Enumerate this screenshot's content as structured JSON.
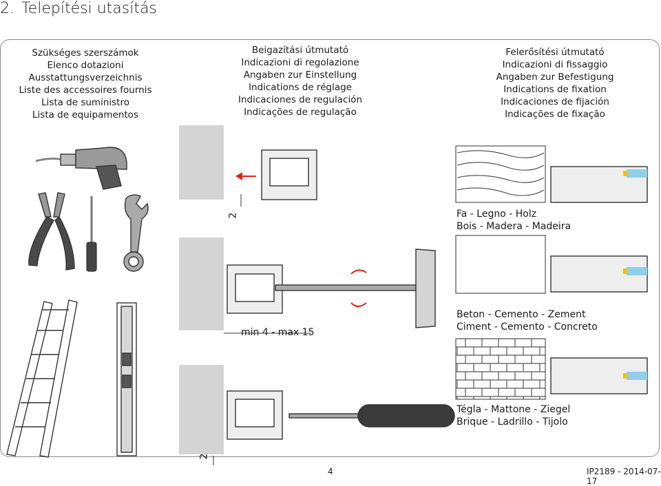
{
  "heading": {
    "number": "2.",
    "title": "Telepítési utasítás"
  },
  "columns": {
    "tools": [
      "Szükséges szerszámok",
      "Elenco dotazioni",
      "Ausstattungsverzeichnis",
      "Liste des accessoires fournis",
      "Lista de suministro",
      "Lista de equipamentos"
    ],
    "adjustment": [
      "Beigazítási útmutató",
      "Indicazioni di regolazione",
      "Angaben zur Einstellung",
      "Indications de réglage",
      "Indicaciones de regulación",
      "Indicações de regulação"
    ],
    "fixing": [
      "Felerősítési útmutató",
      "Indicazioni di fissaggio",
      "Angaben zur Befestigung",
      "Indications de fixation",
      "Indicaciones de fijación",
      "Indicações de fixação"
    ]
  },
  "dimensions": {
    "gap_top": "2",
    "range": "min 4 - max 15",
    "gap_bottom": "2"
  },
  "materials": {
    "wood": [
      "Fa - Legno - Holz",
      "Bois - Madera - Madeira"
    ],
    "concrete": [
      "Beton - Cemento - Zement",
      "Ciment - Cemento - Concreto"
    ],
    "brick": [
      "Tégla - Mattone - Ziegel",
      "Brique - Ladrillo - Tijolo"
    ]
  },
  "footer": {
    "page": "4",
    "doc_id": "IP2189 - 2014-07-17"
  },
  "colors": {
    "arrow_red": "#d9261c",
    "wall_gray": "#d4d4d4",
    "glass_blue": "#8fd0e8",
    "accent_yellow": "#f2c200"
  }
}
